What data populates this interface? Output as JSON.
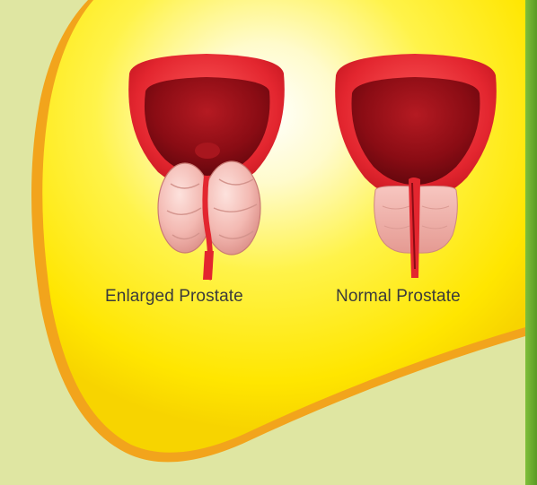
{
  "labels": {
    "enlarged": "Enlarged Prostate",
    "normal": "Normal Prostate"
  },
  "colors": {
    "background": "#dfe6a2",
    "right_band": "#6aa82f",
    "yellow_glow": "#fff200",
    "bladder_wall": "#e3262f",
    "bladder_interior": "#7a0a12",
    "prostate_tissue": "#f2b4b0",
    "caption_text": "#3b3b3b"
  },
  "icons": [
    "enlarged-prostate-illustration",
    "normal-prostate-illustration"
  ]
}
